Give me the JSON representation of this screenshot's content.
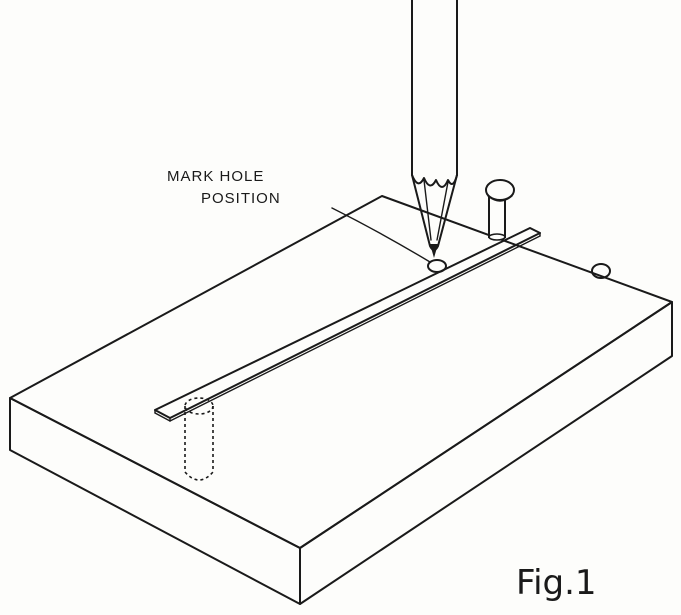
{
  "diagram": {
    "annotation_line1": "MARK HOLE",
    "annotation_line2": "POSITION",
    "figure_label": "Fig.1"
  },
  "colors": {
    "ink": "#1a1a1a",
    "paper": "#fdfdfb"
  },
  "icons": {
    "pencil": "pencil-icon",
    "peg": "peg-icon"
  }
}
